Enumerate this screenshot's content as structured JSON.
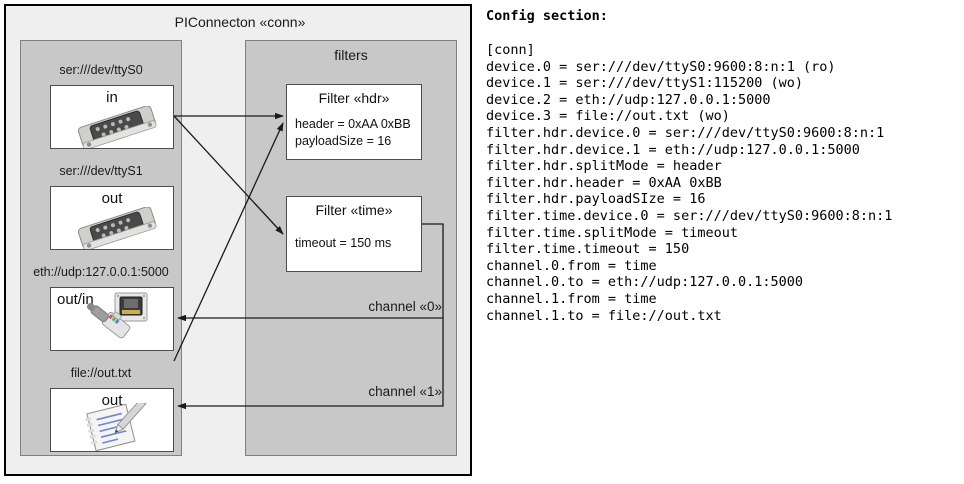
{
  "diagram": {
    "title": "PIConnecton «conn»",
    "devices_group": {
      "title": ""
    },
    "filters_group": {
      "title": "filters"
    },
    "nodes": [
      {
        "caption": "ser:///dev/ttyS0",
        "label": "in",
        "icon": "serial-connector-icon"
      },
      {
        "caption": "ser:///dev/ttyS1",
        "label": "out",
        "icon": "serial-connector-icon"
      },
      {
        "caption": "eth://udp:127.0.0.1:5000",
        "label": "out/in",
        "icon": "ethernet-jack-icon"
      },
      {
        "caption": "file://out.txt",
        "label": "out",
        "icon": "text-file-icon"
      }
    ],
    "filters": [
      {
        "title": "Filter «hdr»",
        "props": [
          "header = 0xAA 0xBB",
          "payloadSize = 16"
        ]
      },
      {
        "title": "Filter «time»",
        "props": [
          "timeout = 150 ms"
        ]
      }
    ],
    "channels": [
      {
        "label": "channel «0»"
      },
      {
        "label": "channel «1»"
      }
    ]
  },
  "config": {
    "heading": "Config section:",
    "lines": [
      "[conn]",
      "device.0 = ser:///dev/ttyS0:9600:8:n:1 (ro)",
      "device.1 = ser:///dev/ttyS1:115200 (wo)",
      "device.2 = eth://udp:127.0.0.1:5000",
      "device.3 = file://out.txt (wo)",
      "filter.hdr.device.0 = ser:///dev/ttyS0:9600:8:n:1",
      "filter.hdr.device.1 = eth://udp:127.0.0.1:5000",
      "filter.hdr.splitMode = header",
      "filter.hdr.header = 0xAA 0xBB",
      "filter.hdr.payloadSIze = 16",
      "filter.time.device.0 = ser:///dev/ttyS0:9600:8:n:1",
      "filter.time.splitMode = timeout",
      "filter.time.timeout = 150",
      "channel.0.from = time",
      "channel.0.to = eth://udp:127.0.0.1:5000",
      "channel.1.from = time",
      "channel.1.to = file://out.txt"
    ]
  },
  "colors": {
    "page_bg": "#ffffff",
    "diagram_bg": "#efefef",
    "group_bg": "#c8c8c8",
    "node_bg": "#ffffff",
    "stroke": "#333333"
  }
}
